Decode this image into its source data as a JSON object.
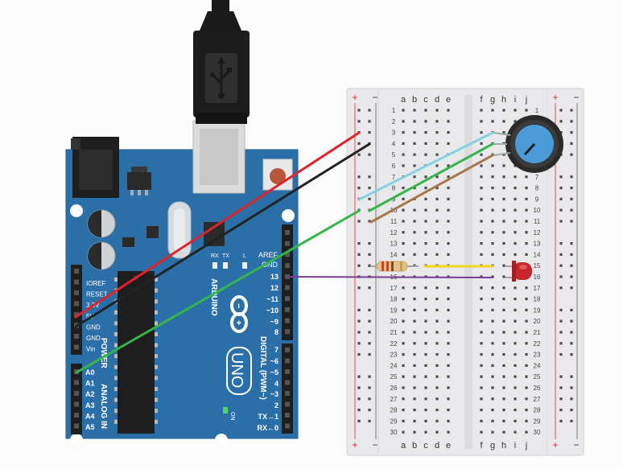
{
  "arduino": {
    "brand": "ARDUINO",
    "model": "UNO",
    "on_label": "ON",
    "l_label": "L",
    "tx_label": "TX",
    "rx_label": "RX",
    "aref": "AREF",
    "gnd": "GND",
    "power_title": "POWER",
    "power_pins": [
      "IOREF",
      "RESET",
      "3.3V",
      "5V",
      "GND",
      "GND",
      "Vin"
    ],
    "analog_title": "ANALOG IN",
    "analog_pins": [
      "A0",
      "A1",
      "A2",
      "A3",
      "A4",
      "A5"
    ],
    "digital_title": "DIGITAL (PWM~)",
    "digital_pins": [
      "13",
      "12",
      "~11",
      "~10",
      "~9",
      "8",
      "7",
      "~6",
      "~5",
      "4",
      "~3",
      "2",
      "TX→1",
      "RX←0"
    ]
  },
  "breadboard": {
    "columns_left": [
      "a",
      "b",
      "c",
      "d",
      "e"
    ],
    "columns_right": [
      "f",
      "g",
      "h",
      "i",
      "j"
    ],
    "plus": "+",
    "minus": "−",
    "rows": 30
  },
  "colors": {
    "board": "#2b6fa8",
    "wire_red": "#e0232a",
    "wire_black": "#222222",
    "wire_green": "#35b54a",
    "wire_cyan": "#7fd3de",
    "wire_brown": "#a8784d",
    "wire_purple": "#7a3b9a",
    "wire_yellow": "#f2d51c",
    "led": "#c8252c",
    "pot_knob": "#4a9bd8"
  },
  "components": [
    "usb-cable-icon",
    "power-jack-icon",
    "potentiometer-icon",
    "led-icon",
    "resistor-icon"
  ]
}
